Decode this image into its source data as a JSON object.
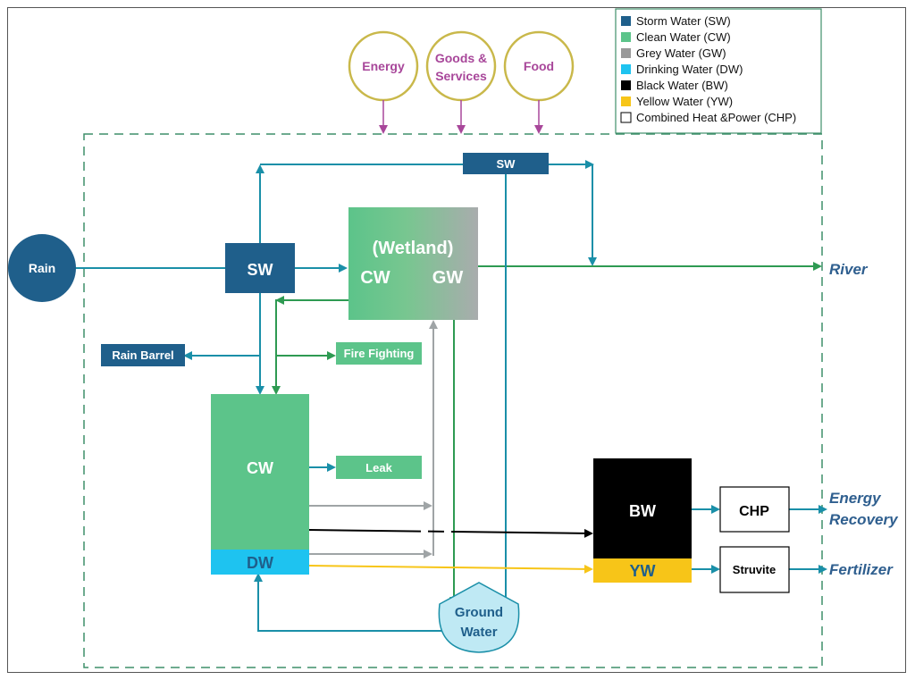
{
  "legend": [
    {
      "label": "Storm Water (SW)",
      "color": "#1f5f8b"
    },
    {
      "label": "Clean Water (CW)",
      "color": "#5cc48a"
    },
    {
      "label": "Grey Water (GW)",
      "color": "#999999"
    },
    {
      "label": "Drinking Water (DW)",
      "color": "#1ec3f0"
    },
    {
      "label": "Black Water (BW)",
      "color": "#000000"
    },
    {
      "label": "Yellow Water (YW)",
      "color": "#f7c518"
    },
    {
      "label": "Combined Heat &Power (CHP)",
      "color": "#ffffff"
    }
  ],
  "inputs": {
    "energy": "Energy",
    "goods_line1": "Goods &",
    "goods_line2": "Services",
    "food": "Food"
  },
  "nodes": {
    "rain": "Rain",
    "sw_main": "SW",
    "sw_top": "SW",
    "wetland_title": "(Wetland)",
    "wetland_cw": "CW",
    "wetland_gw": "GW",
    "rain_barrel": "Rain Barrel",
    "fire_fighting": "Fire Fighting",
    "cw": "CW",
    "dw": "DW",
    "leak": "Leak",
    "bw": "BW",
    "yw": "YW",
    "chp": "CHP",
    "struvite": "Struvite",
    "ground_line1": "Ground",
    "ground_line2": "Water"
  },
  "outputs": {
    "river": "River",
    "energy_line1": "Energy",
    "energy_line2": "Recovery",
    "fertilizer": "Fertilizer"
  },
  "colors": {
    "sw": "#1f5f8b",
    "cw": "#5cc48a",
    "gw": "#9fa4a6",
    "dw": "#1ec3f0",
    "yw": "#f7c518",
    "arrow": "#1a8fa8",
    "input_circle": "#c9b84a",
    "input_text": "#a8479a",
    "boundary": "#3f8f6a",
    "output_text": "#2f5f8f"
  }
}
